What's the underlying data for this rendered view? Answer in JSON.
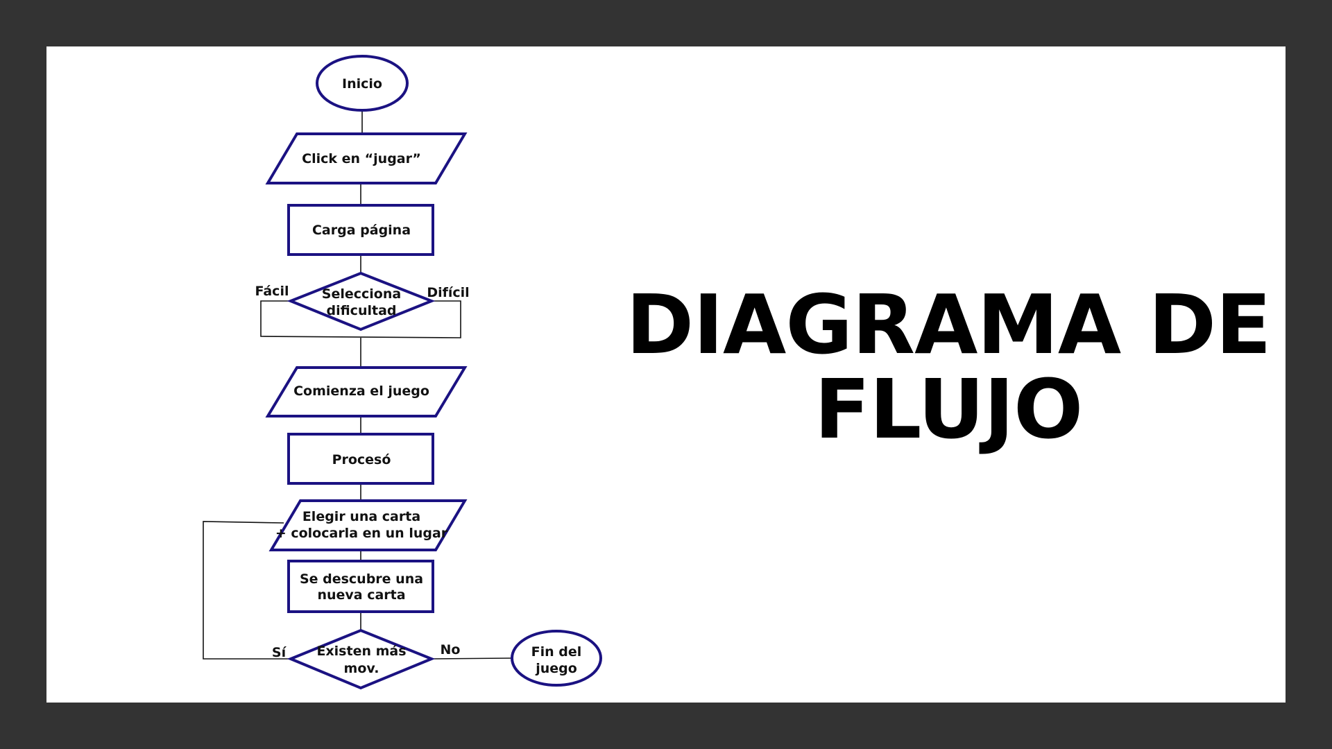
{
  "title": {
    "line1": "DIAGRAMA DE",
    "line2": "FLUJO"
  },
  "colors": {
    "frame": "#333333",
    "canvas": "#ffffff",
    "shape_stroke": "#1b1282",
    "connector": "#111111",
    "text": "#111111"
  },
  "flowchart": {
    "start": "Inicio",
    "click": "Click en “jugar”",
    "load": "Carga página",
    "difficulty": {
      "line1": "Selecciona",
      "line2": "dificultad",
      "left": "Fácil",
      "right": "Difícil"
    },
    "begin": "Comienza el juego",
    "process": "Procesó",
    "choose": {
      "line1": "Elegir una carta",
      "line2": "+ colocarla en un lugar"
    },
    "reveal": {
      "line1": "Se descubre una",
      "line2": "nueva carta"
    },
    "decision": {
      "line1": "Existen más",
      "line2": "mov.",
      "yes": "Sí",
      "no": "No"
    },
    "end": {
      "line1": "Fin del",
      "line2": "juego"
    }
  }
}
